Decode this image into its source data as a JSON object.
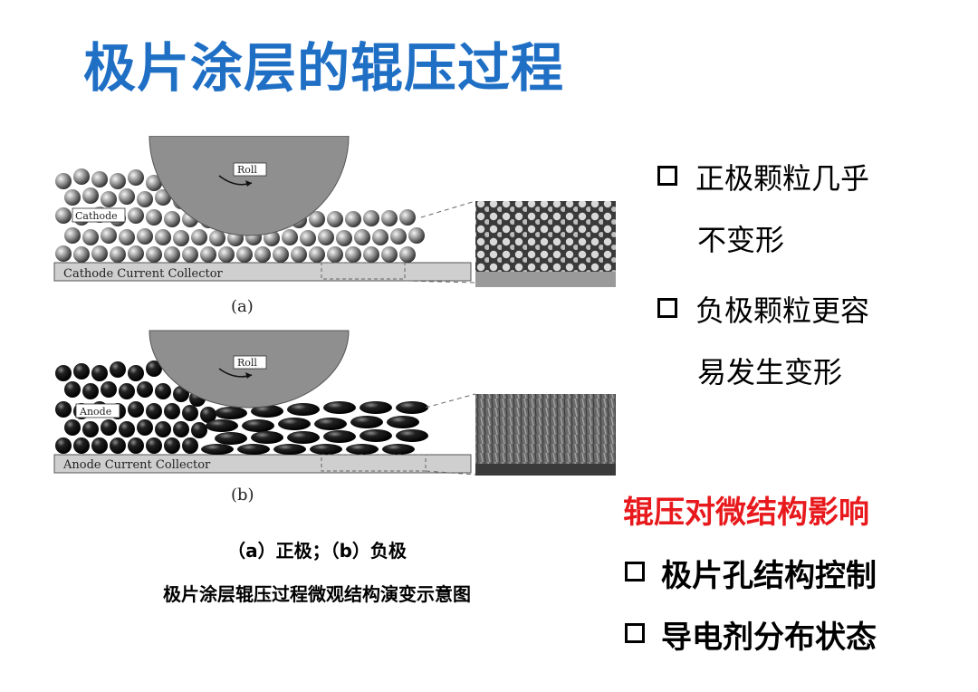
{
  "slide": {
    "title": "极片涂层的辊压过程"
  },
  "figure": {
    "roll_label": "Roll",
    "panel_a": {
      "layer_label": "Cathode",
      "collector_label": "Cathode Current Collector",
      "letter": "(a)"
    },
    "panel_b": {
      "layer_label": "Anode",
      "collector_label": "Anode Current Collector",
      "letter": "(b)"
    },
    "caption_line1": "（a）正极；（b）负极",
    "caption_line2": "极片涂层辊压过程微观结构演变示意图"
  },
  "bullets_top": [
    {
      "line1": "正极颗粒几乎",
      "line2": "不变形"
    },
    {
      "line1": "负极颗粒更容",
      "line2": "易发生变形"
    }
  ],
  "impact_heading": "辊压对微结构影响",
  "bullets_bottom": [
    "极片孔结构控制",
    "导电剂分布状态"
  ],
  "colors": {
    "title": "#1f6fc5",
    "heading_red": "#e8191c",
    "roll_fill": "#8f8f8f",
    "collector_fill": "#cfcfcf"
  }
}
